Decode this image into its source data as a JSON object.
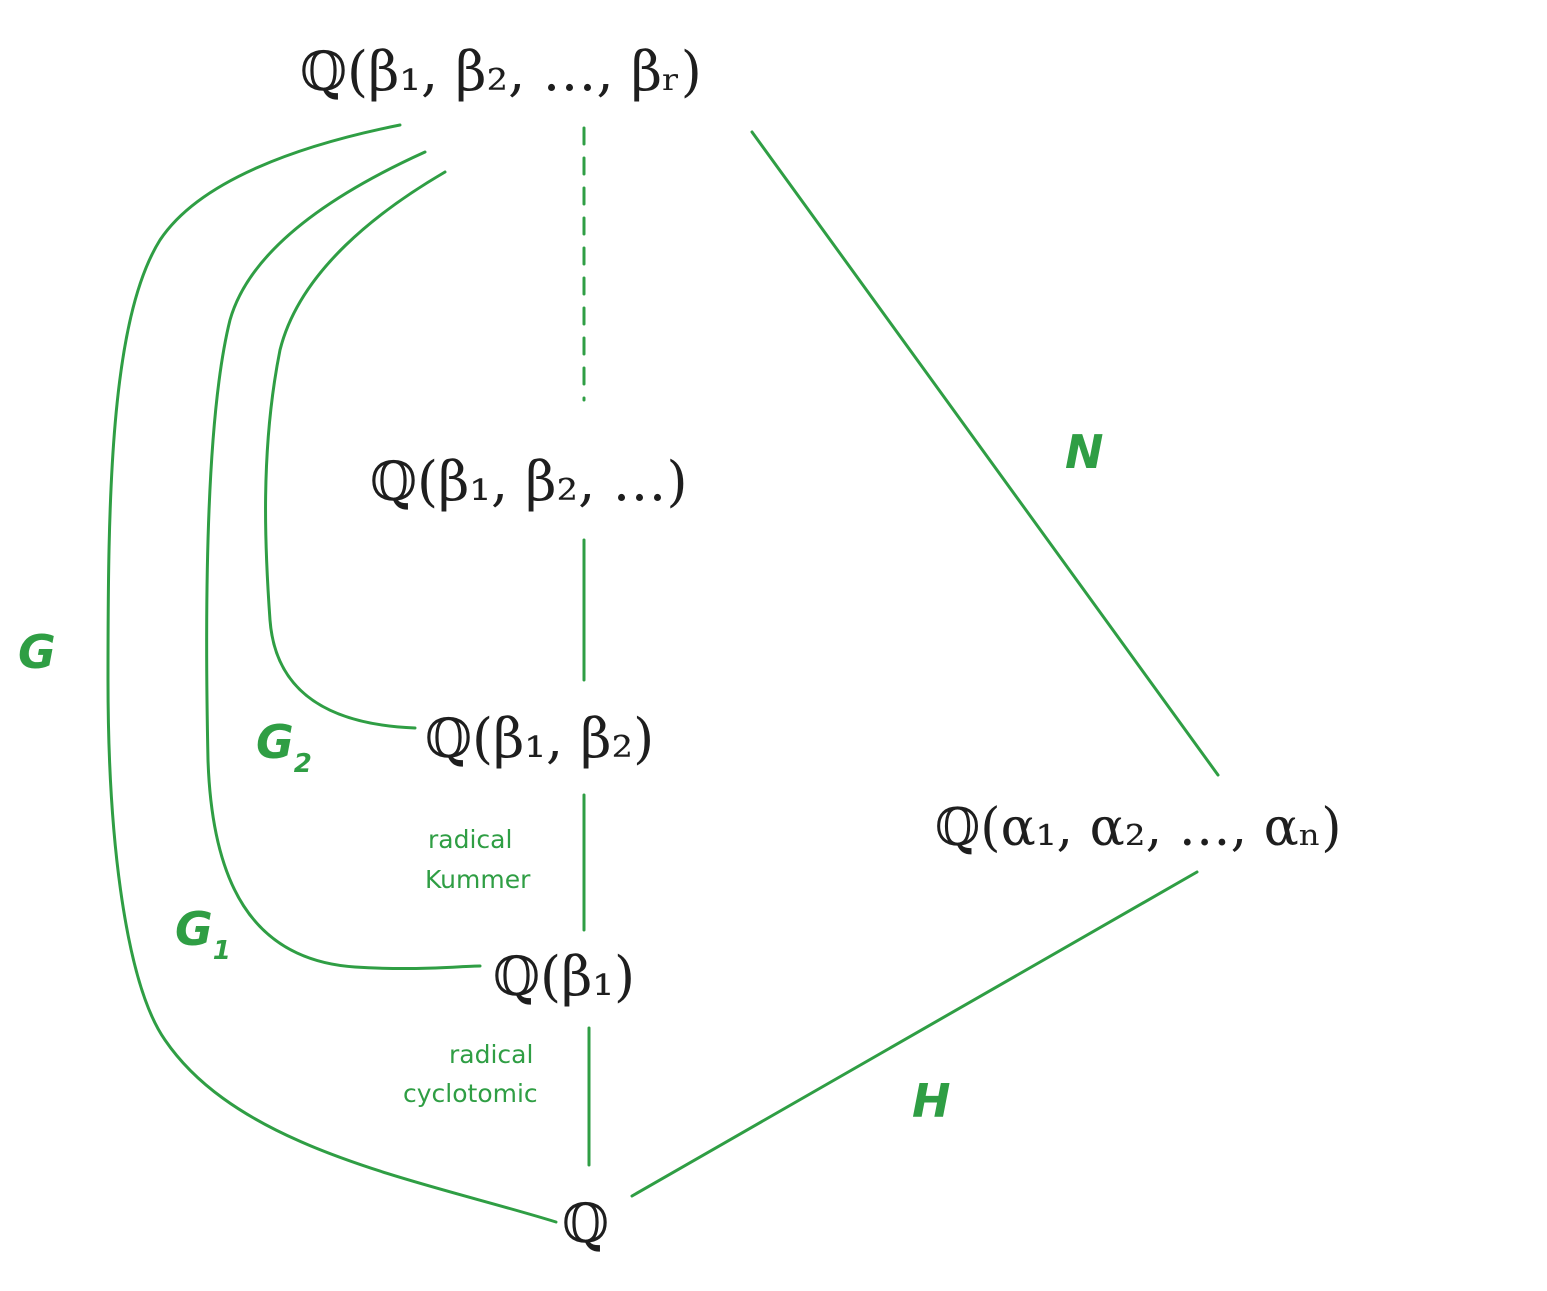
{
  "fields": {
    "top": "ℚ(β₁, β₂, …, βᵣ)",
    "level3": "ℚ(β₁, β₂, …)",
    "level2": "ℚ(β₁, β₂)",
    "level1": "ℚ(β₁)",
    "base": "ℚ",
    "alpha": "ℚ(α₁, α₂, …, αₙ)"
  },
  "edge_labels": {
    "G": "G",
    "G2_main": "G",
    "G2_sub": "2",
    "G1_main": "G",
    "G1_sub": "1",
    "N": "N",
    "H": "H"
  },
  "notes": {
    "upper_line1": "radical",
    "upper_line2": "Kummer",
    "lower_line1": "radical",
    "lower_line2": "cyclotomic"
  },
  "colors": {
    "edge": "#2f9e44",
    "text": "#1e1e1e"
  }
}
